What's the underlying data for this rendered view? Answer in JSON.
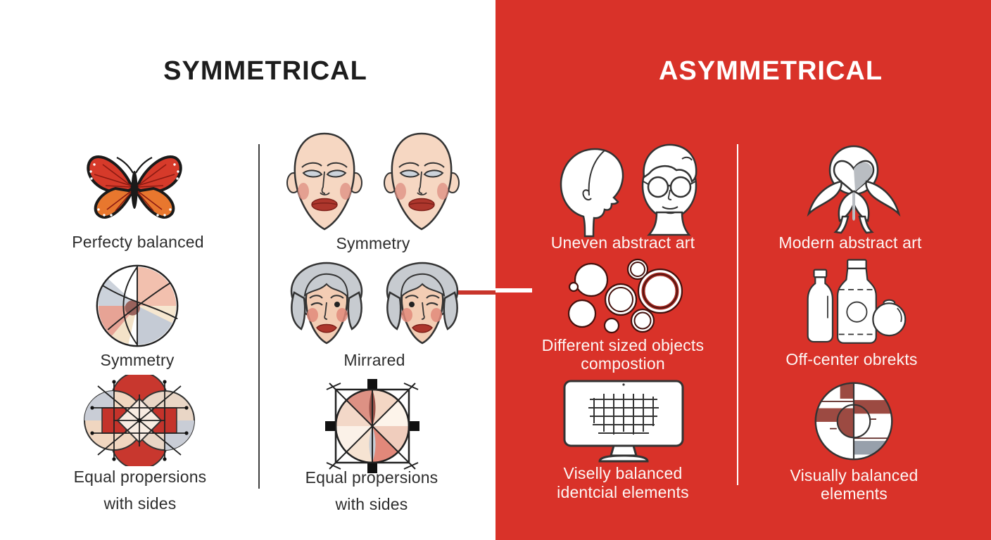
{
  "left_panel": {
    "title": "SYMMETRICAL",
    "items": [
      {
        "icon": "butterfly-icon",
        "label": "Perfecty balanced"
      },
      {
        "icon": "segmented-circle-icon",
        "label": "Symmetry"
      },
      {
        "icon": "geometric-mandala-icon",
        "label": "Equal propersions",
        "label2": "with sides"
      },
      {
        "icon": "twin-faces-icon",
        "label": "Symmetry"
      },
      {
        "icon": "mirrored-faces-icon",
        "label": "Mirrared"
      },
      {
        "icon": "circle-selection-icon",
        "label": "Equal propersions",
        "label2": "with sides"
      }
    ]
  },
  "right_panel": {
    "title": "ASYMMETRICAL",
    "items": [
      {
        "icon": "profile-heads-icon",
        "label": "Uneven abstract art"
      },
      {
        "icon": "circles-cluster-icon",
        "label": "Different sized objects",
        "label2": "compostion"
      },
      {
        "icon": "monitor-grid-icon",
        "label": "Viselly balanced",
        "label2": "identcial elements"
      },
      {
        "icon": "abstract-flower-icon",
        "label": "Modern abstract art"
      },
      {
        "icon": "bottles-icon",
        "label": "Off-center obrekts"
      },
      {
        "icon": "banded-circle-icon",
        "label": "Visually balanced",
        "label2": "elements"
      }
    ]
  },
  "colors": {
    "left_background": "#ffffff",
    "right_background": "#d93229",
    "title_left": "#1d1d1d",
    "title_right": "#ffffff",
    "label_left": "#2d2d2d",
    "label_right": "#fdf7f5",
    "divider_left": "#3f3f3f",
    "divider_right": "#ffffff",
    "connector_red": "#c8352c",
    "connector_white": "#ffffff",
    "icon_red": "#d63a2a",
    "icon_maroon": "#9c4a42",
    "icon_pink": "#f2c0ae",
    "icon_gray": "#c5cbd5"
  }
}
